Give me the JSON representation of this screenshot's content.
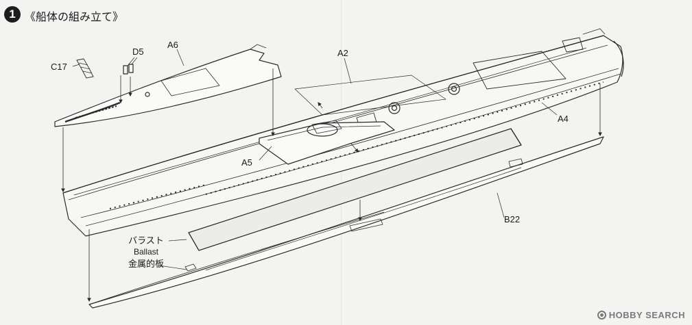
{
  "step": {
    "number": "1",
    "title": "《船体の組み立て》"
  },
  "parts": {
    "c17": "C17",
    "d5": "D5",
    "a6": "A6",
    "a2": "A2",
    "a4": "A4",
    "a5": "A5",
    "b22": "B22"
  },
  "ballast": {
    "ja": "バラスト",
    "en": "Ballast",
    "ja_note": "金属的板"
  },
  "watermark": {
    "text": "HOBBY SEARCH"
  },
  "colors": {
    "line": "#2a2a2a",
    "paper": "#f3f3f1",
    "badge": "#1c1c1c"
  }
}
